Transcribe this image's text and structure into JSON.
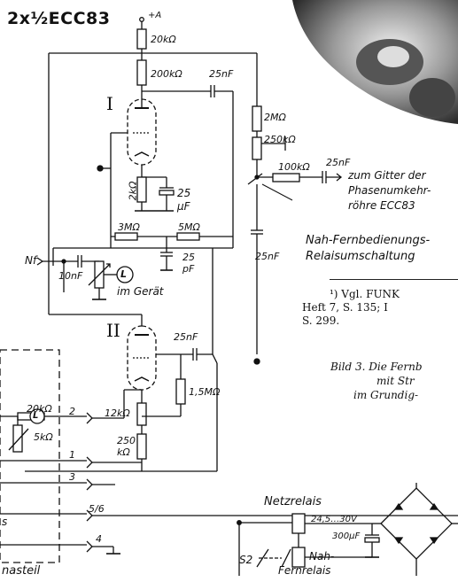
{
  "title": "2x½ECC83",
  "supply_label": "+A",
  "tubes": {
    "upper": "I",
    "lower": "II"
  },
  "components": {
    "r_supply": "20kΩ",
    "r_anode_1": "200kΩ",
    "c_coupling_1": "25nF",
    "r_2meg": "2MΩ",
    "r_250k_top": "250kΩ",
    "r_100k": "100kΩ",
    "c_25nf_out": "25nF",
    "r_cathode_1": "2kΩ",
    "c_cathode_1": "25",
    "c_cathode_1_unit": "µF",
    "r_3meg": "3MΩ",
    "r_5meg": "5MΩ",
    "c_25pf": "25",
    "c_25pf_unit": "pF",
    "c_vertical": "25nF",
    "nf_label": "Nf",
    "c_10nf": "10nF",
    "lamp_label": "L",
    "im_geraet": "im Gerät",
    "c_coupling_2": "25nF",
    "r_1_5meg": "1,5MΩ",
    "r_12k": "12kΩ",
    "r_250k_bottom_1": "250",
    "r_250k_bottom_2": "kΩ",
    "r_20k_left": "20kΩ",
    "r_5k": "5kΩ",
    "netzrelais": "Netzrelais",
    "voltage": "24,5…30V",
    "c_300uf": "300µF",
    "nah": "Nah-",
    "fernrelais": "Fernrelais",
    "s2": "S2",
    "netzteil": "nasteil",
    "s_left": "s"
  },
  "pins": [
    "2",
    "1",
    "3",
    "5/6",
    "4"
  ],
  "annotations": {
    "gitter_1": "zum Gitter der",
    "gitter_2": "Phasenumkehr-",
    "gitter_3": "röhre ECC83",
    "relais_1": "Nah-Fernbedienungs-",
    "relais_2": "Relaisumschaltung"
  },
  "footnote": {
    "line1": "¹) Vgl. FUNK",
    "line2": "Heft 7, S. 135; I",
    "line3": "S. 299."
  },
  "caption": {
    "line1": "Bild 3. Die Fernb",
    "line2": "mit Str",
    "line3": "im Grundig-"
  }
}
